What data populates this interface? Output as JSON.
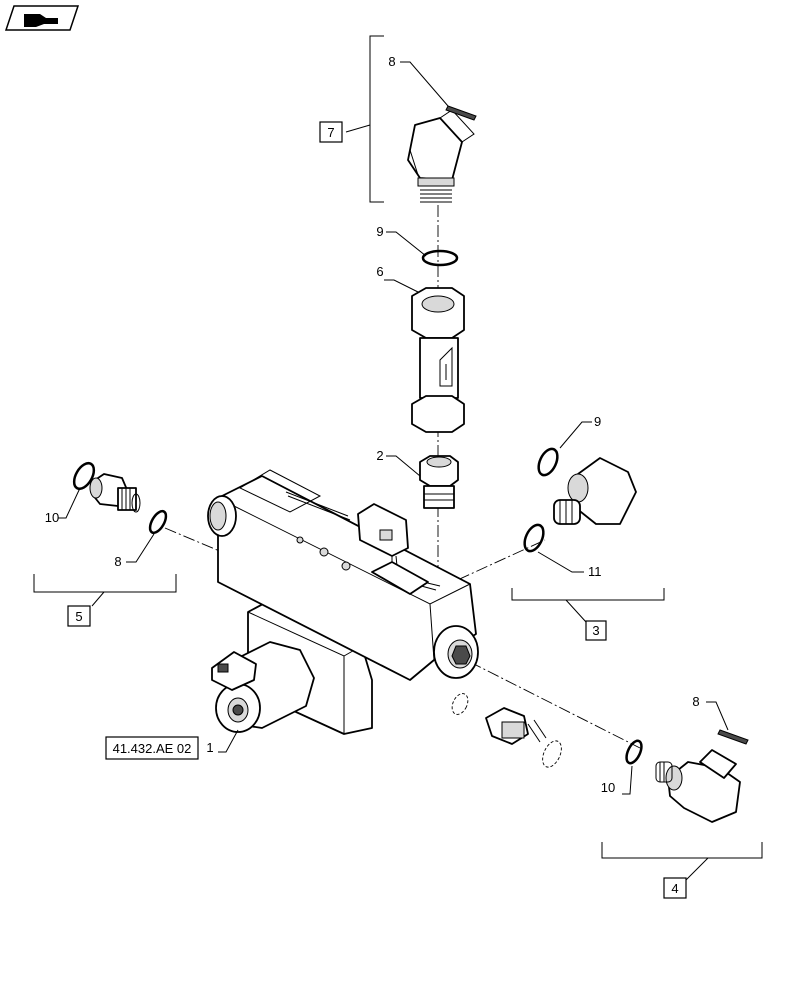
{
  "callouts": {
    "c8_top": "8",
    "c9_top": "9",
    "c6": "6",
    "c2": "2",
    "c9_right": "9",
    "c11": "11",
    "c10_left": "10",
    "c8_left": "8",
    "c1": "1",
    "c8_right": "8",
    "c10_right": "10"
  },
  "groups": {
    "g7": "7",
    "g5": "5",
    "g3": "3",
    "g4": "4"
  },
  "reference": "41.432.AE 02",
  "icons": {
    "nav": "hand-pointer-icon"
  }
}
